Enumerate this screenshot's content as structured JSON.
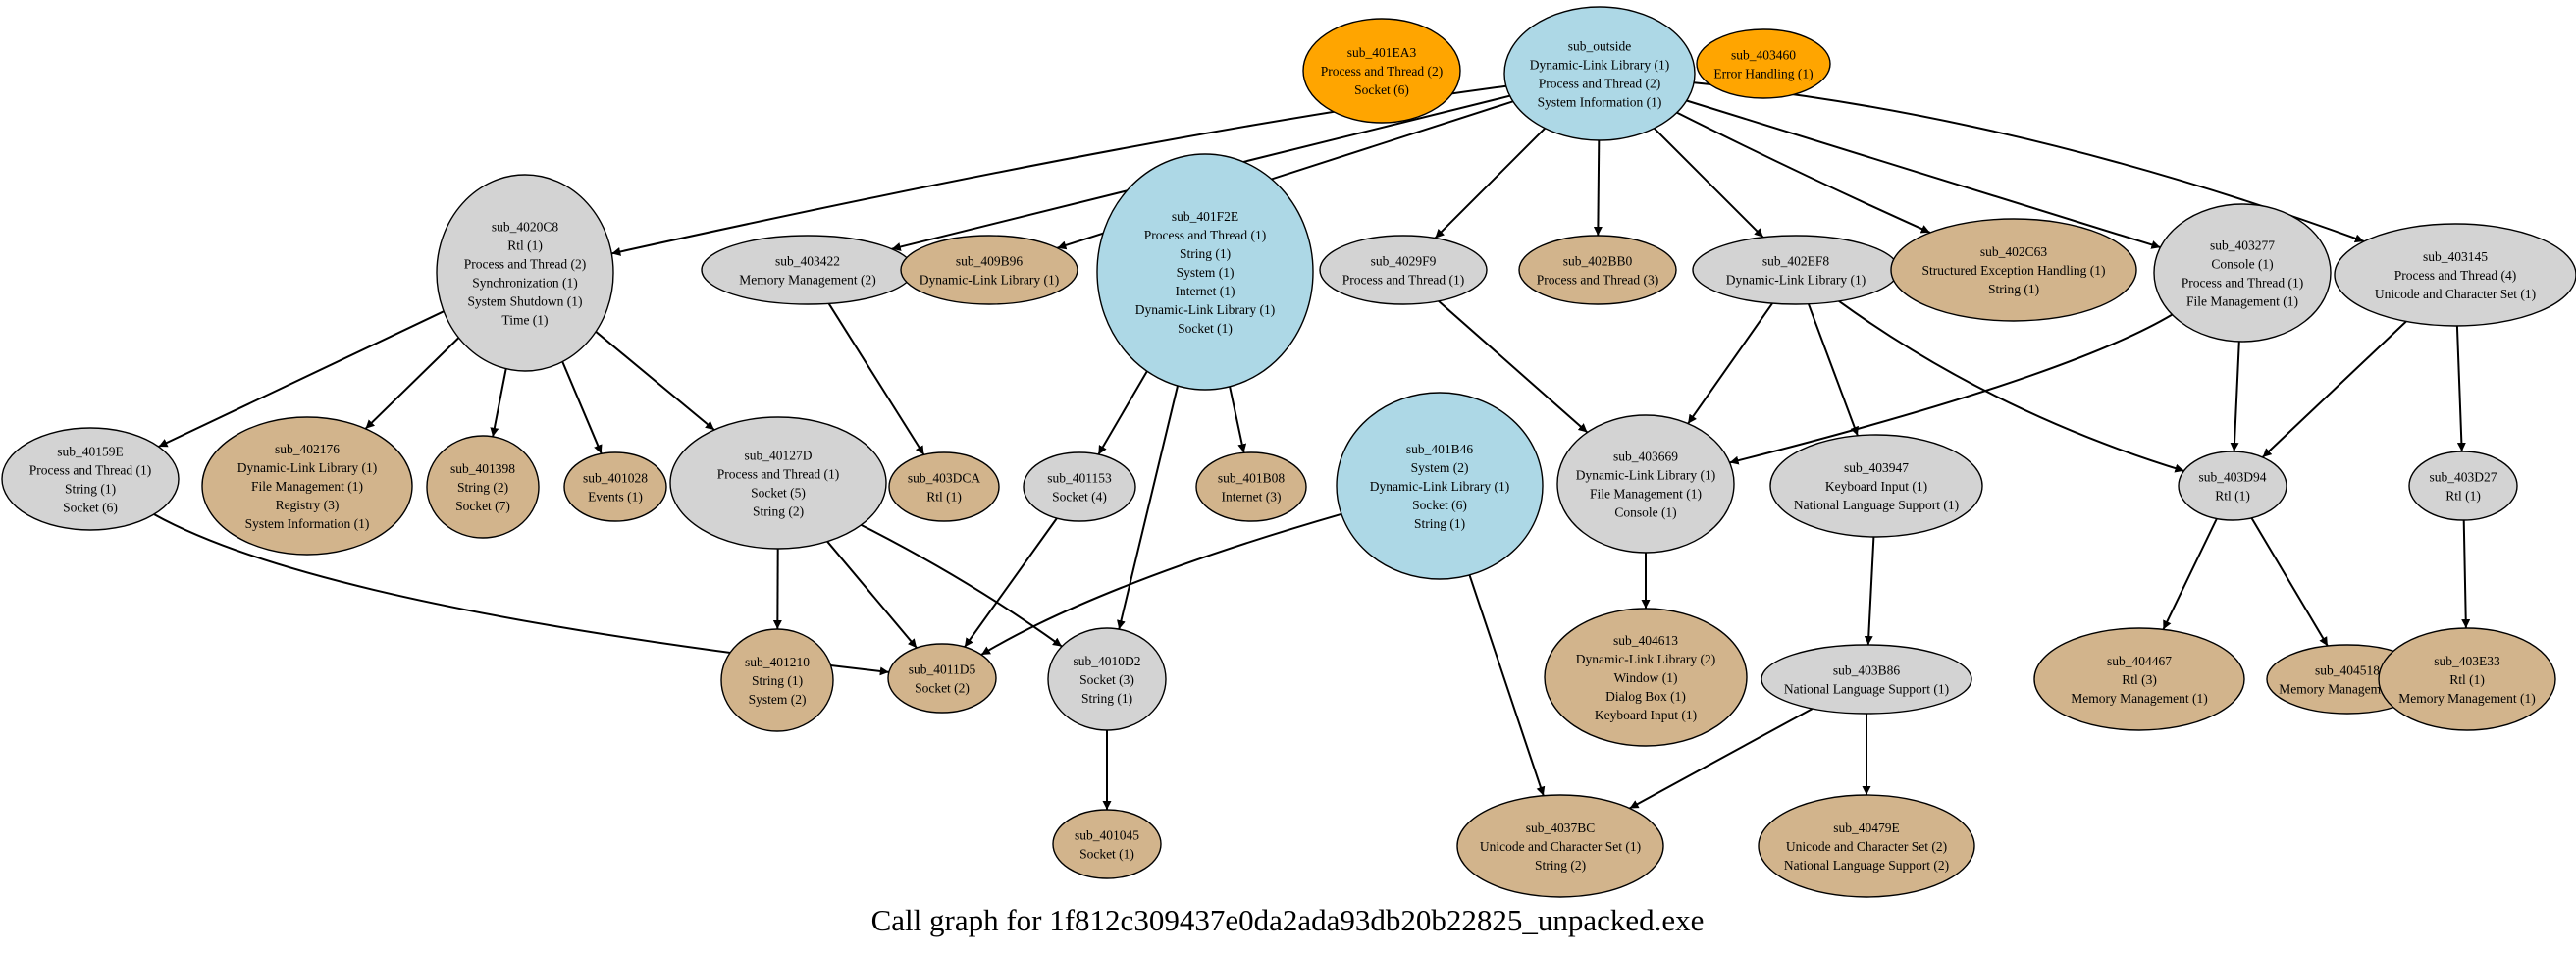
{
  "caption": "Call graph for 1f812c309437e0da2ada93db20b22825_unpacked.exe",
  "colors": {
    "gray": "#d3d3d3",
    "tan": "#d2b48c",
    "blue": "#add8e6",
    "orange": "#ffa500",
    "stroke": "#000000"
  },
  "nodes": [
    {
      "id": "sub_401EA3",
      "color": "orange",
      "lines": [
        "sub_401EA3",
        "Process and Thread (2)",
        "Socket (6)"
      ]
    },
    {
      "id": "sub_outside",
      "color": "blue",
      "lines": [
        "sub_outside",
        "Dynamic-Link Library (1)",
        "Process and Thread (2)",
        "System Information (1)"
      ]
    },
    {
      "id": "sub_403460",
      "color": "orange",
      "lines": [
        "sub_403460",
        "Error Handling (1)"
      ]
    },
    {
      "id": "sub_4020C8",
      "color": "gray",
      "lines": [
        "sub_4020C8",
        "Rtl (1)",
        "Process and Thread (2)",
        "Synchronization (1)",
        "System Shutdown (1)",
        "Time (1)"
      ]
    },
    {
      "id": "sub_403422",
      "color": "gray",
      "lines": [
        "sub_403422",
        "Memory Management (2)"
      ]
    },
    {
      "id": "sub_409B96",
      "color": "tan",
      "lines": [
        "sub_409B96",
        "Dynamic-Link Library (1)"
      ]
    },
    {
      "id": "sub_401F2E",
      "color": "blue",
      "lines": [
        "sub_401F2E",
        "Process and Thread (1)",
        "String (1)",
        "System (1)",
        "Internet (1)",
        "Dynamic-Link Library (1)",
        "Socket (1)"
      ]
    },
    {
      "id": "sub_4029F9",
      "color": "gray",
      "lines": [
        "sub_4029F9",
        "Process and Thread (1)"
      ]
    },
    {
      "id": "sub_402BB0",
      "color": "tan",
      "lines": [
        "sub_402BB0",
        "Process and Thread (3)"
      ]
    },
    {
      "id": "sub_402EF8",
      "color": "gray",
      "lines": [
        "sub_402EF8",
        "Dynamic-Link Library (1)"
      ]
    },
    {
      "id": "sub_402C63",
      "color": "tan",
      "lines": [
        "sub_402C63",
        "Structured Exception Handling (1)",
        "String (1)"
      ]
    },
    {
      "id": "sub_403277",
      "color": "gray",
      "lines": [
        "sub_403277",
        "Console (1)",
        "Process and Thread (1)",
        "File Management (1)"
      ]
    },
    {
      "id": "sub_403145",
      "color": "gray",
      "lines": [
        "sub_403145",
        "Process and Thread (4)",
        "Unicode and Character Set (1)"
      ]
    },
    {
      "id": "sub_40159E",
      "color": "gray",
      "lines": [
        "sub_40159E",
        "Process and Thread (1)",
        "String (1)",
        "Socket (6)"
      ]
    },
    {
      "id": "sub_402176",
      "color": "tan",
      "lines": [
        "sub_402176",
        "Dynamic-Link Library (1)",
        "File Management (1)",
        "Registry (3)",
        "System Information (1)"
      ]
    },
    {
      "id": "sub_401398",
      "color": "tan",
      "lines": [
        "sub_401398",
        "String (2)",
        "Socket (7)"
      ]
    },
    {
      "id": "sub_401028",
      "color": "tan",
      "lines": [
        "sub_401028",
        "Events (1)"
      ]
    },
    {
      "id": "sub_40127D",
      "color": "gray",
      "lines": [
        "sub_40127D",
        "Process and Thread (1)",
        "Socket (5)",
        "String (2)"
      ]
    },
    {
      "id": "sub_403DCA",
      "color": "tan",
      "lines": [
        "sub_403DCA",
        "Rtl (1)"
      ]
    },
    {
      "id": "sub_401153",
      "color": "gray",
      "lines": [
        "sub_401153",
        "Socket (4)"
      ]
    },
    {
      "id": "sub_401B08",
      "color": "tan",
      "lines": [
        "sub_401B08",
        "Internet (3)"
      ]
    },
    {
      "id": "sub_401B46",
      "color": "blue",
      "lines": [
        "sub_401B46",
        "System (2)",
        "Dynamic-Link Library (1)",
        "Socket (6)",
        "String (1)"
      ]
    },
    {
      "id": "sub_403669",
      "color": "gray",
      "lines": [
        "sub_403669",
        "Dynamic-Link Library (1)",
        "File Management (1)",
        "Console (1)"
      ]
    },
    {
      "id": "sub_403947",
      "color": "gray",
      "lines": [
        "sub_403947",
        "Keyboard Input (1)",
        "National Language Support (1)"
      ]
    },
    {
      "id": "sub_403D94",
      "color": "gray",
      "lines": [
        "sub_403D94",
        "Rtl (1)"
      ]
    },
    {
      "id": "sub_403D27",
      "color": "gray",
      "lines": [
        "sub_403D27",
        "Rtl (1)"
      ]
    },
    {
      "id": "sub_401210",
      "color": "tan",
      "lines": [
        "sub_401210",
        "String (1)",
        "System (2)"
      ]
    },
    {
      "id": "sub_4011D5",
      "color": "tan",
      "lines": [
        "sub_4011D5",
        "Socket (2)"
      ]
    },
    {
      "id": "sub_4010D2",
      "color": "gray",
      "lines": [
        "sub_4010D2",
        "Socket (3)",
        "String (1)"
      ]
    },
    {
      "id": "sub_404613",
      "color": "tan",
      "lines": [
        "sub_404613",
        "Dynamic-Link Library (2)",
        "Window (1)",
        "Dialog Box (1)",
        "Keyboard Input (1)"
      ]
    },
    {
      "id": "sub_403B86",
      "color": "gray",
      "lines": [
        "sub_403B86",
        "National Language Support (1)"
      ]
    },
    {
      "id": "sub_404467",
      "color": "tan",
      "lines": [
        "sub_404467",
        "Rtl (3)",
        "Memory Management (1)"
      ]
    },
    {
      "id": "sub_404518",
      "color": "tan",
      "lines": [
        "sub_404518",
        "Memory Management (1)"
      ]
    },
    {
      "id": "sub_403E33",
      "color": "tan",
      "lines": [
        "sub_403E33",
        "Rtl (1)",
        "Memory Management (1)"
      ]
    },
    {
      "id": "sub_401045",
      "color": "tan",
      "lines": [
        "sub_401045",
        "Socket (1)"
      ]
    },
    {
      "id": "sub_4037BC",
      "color": "tan",
      "lines": [
        "sub_4037BC",
        "Unicode and Character Set (1)",
        "String (2)"
      ]
    },
    {
      "id": "sub_40479E",
      "color": "tan",
      "lines": [
        "sub_40479E",
        "Unicode and Character Set (2)",
        "National Language Support (2)"
      ]
    }
  ],
  "edges": [
    {
      "from": "sub_outside",
      "to": "sub_4020C8"
    },
    {
      "from": "sub_outside",
      "to": "sub_403422"
    },
    {
      "from": "sub_outside",
      "to": "sub_409B96"
    },
    {
      "from": "sub_outside",
      "to": "sub_4029F9"
    },
    {
      "from": "sub_outside",
      "to": "sub_402BB0"
    },
    {
      "from": "sub_outside",
      "to": "sub_402EF8"
    },
    {
      "from": "sub_outside",
      "to": "sub_402C63"
    },
    {
      "from": "sub_outside",
      "to": "sub_403277"
    },
    {
      "from": "sub_outside",
      "to": "sub_403145"
    },
    {
      "from": "sub_4020C8",
      "to": "sub_40159E"
    },
    {
      "from": "sub_4020C8",
      "to": "sub_402176"
    },
    {
      "from": "sub_4020C8",
      "to": "sub_401398"
    },
    {
      "from": "sub_4020C8",
      "to": "sub_401028"
    },
    {
      "from": "sub_4020C8",
      "to": "sub_40127D"
    },
    {
      "from": "sub_403422",
      "to": "sub_403DCA"
    },
    {
      "from": "sub_401F2E",
      "to": "sub_401153"
    },
    {
      "from": "sub_401F2E",
      "to": "sub_401B08"
    },
    {
      "from": "sub_401F2E",
      "to": "sub_4010D2"
    },
    {
      "from": "sub_4029F9",
      "to": "sub_403669"
    },
    {
      "from": "sub_402EF8",
      "to": "sub_403669"
    },
    {
      "from": "sub_402EF8",
      "to": "sub_403947"
    },
    {
      "from": "sub_402EF8",
      "to": "sub_403D94"
    },
    {
      "from": "sub_403277",
      "to": "sub_403669"
    },
    {
      "from": "sub_403277",
      "to": "sub_403D94"
    },
    {
      "from": "sub_403145",
      "to": "sub_403D94"
    },
    {
      "from": "sub_403145",
      "to": "sub_403D27"
    },
    {
      "from": "sub_40159E",
      "to": "sub_4011D5"
    },
    {
      "from": "sub_40127D",
      "to": "sub_401210"
    },
    {
      "from": "sub_40127D",
      "to": "sub_4011D5"
    },
    {
      "from": "sub_40127D",
      "to": "sub_4010D2"
    },
    {
      "from": "sub_401153",
      "to": "sub_4011D5"
    },
    {
      "from": "sub_401B46",
      "to": "sub_4011D5"
    },
    {
      "from": "sub_401B46",
      "to": "sub_4037BC"
    },
    {
      "from": "sub_403669",
      "to": "sub_404613"
    },
    {
      "from": "sub_403947",
      "to": "sub_403B86"
    },
    {
      "from": "sub_403B86",
      "to": "sub_4037BC"
    },
    {
      "from": "sub_403B86",
      "to": "sub_40479E"
    },
    {
      "from": "sub_403D94",
      "to": "sub_404467"
    },
    {
      "from": "sub_403D94",
      "to": "sub_404518"
    },
    {
      "from": "sub_403D27",
      "to": "sub_403E33"
    },
    {
      "from": "sub_4010D2",
      "to": "sub_401045"
    }
  ]
}
